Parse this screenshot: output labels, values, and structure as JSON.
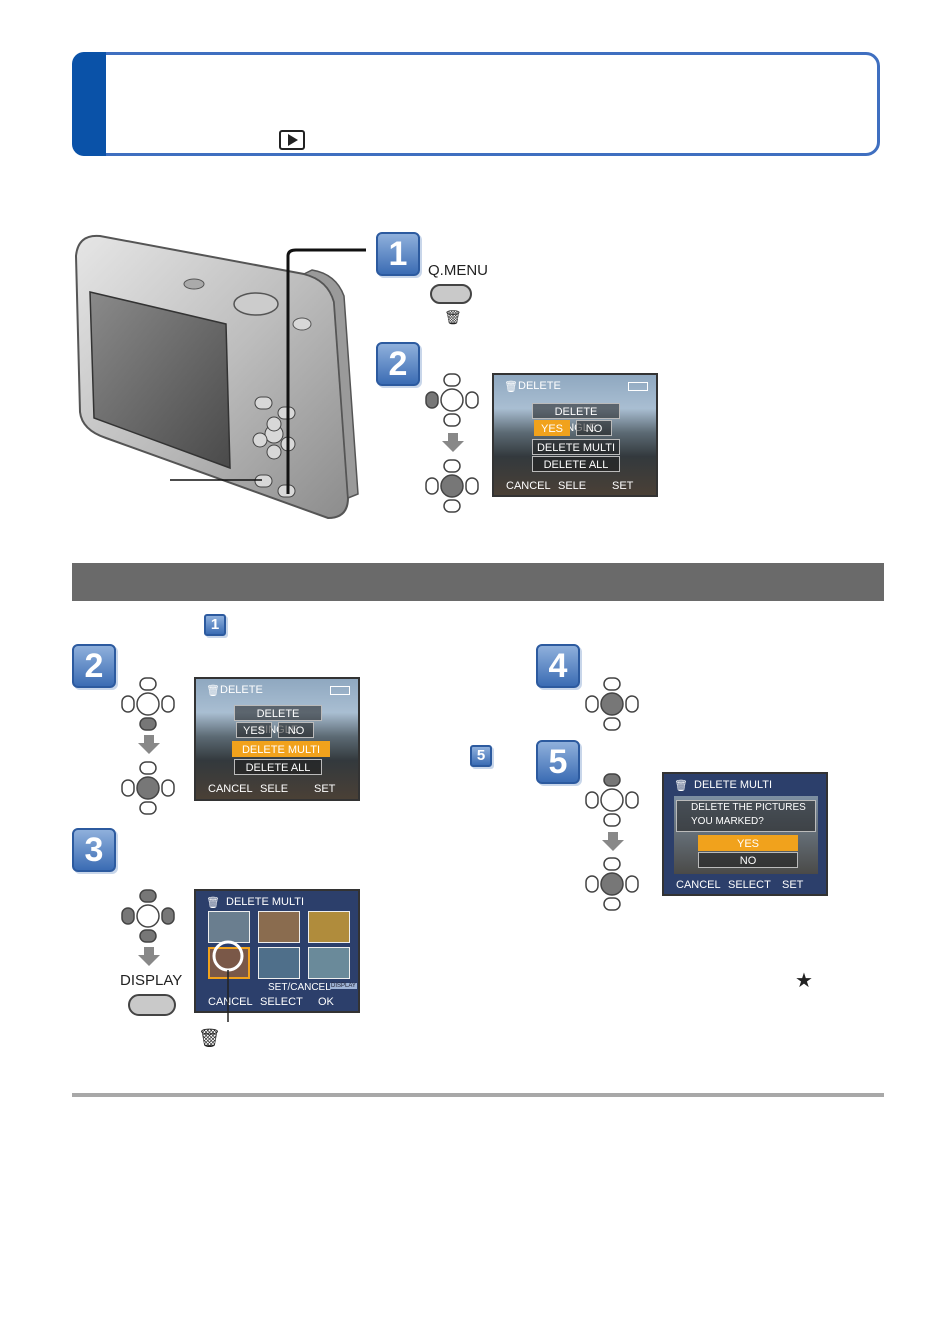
{
  "header": {
    "play_icon": "playback-icon"
  },
  "camera": {
    "callout_line": true
  },
  "top_steps": [
    {
      "number": "1"
    },
    {
      "number": "2"
    }
  ],
  "qmenu": {
    "label": "Q.MENU",
    "icon": "trash-icon"
  },
  "top_lcd": {
    "title": "DELETE",
    "item1": "DELETE SINGLE",
    "yes": "YES",
    "no": "NO",
    "item2": "DELETE MULTI",
    "item3": "DELETE ALL",
    "footer_cancel": "CANCEL",
    "footer_sel": "SELE",
    "footer_set": "SET"
  },
  "section": {
    "ref_badge": "1"
  },
  "left_steps": [
    {
      "number": "2"
    },
    {
      "number": "3"
    }
  ],
  "lcd2": {
    "title": "DELETE",
    "item1": "DELETE SINGLE",
    "yes": "YES",
    "no": "NO",
    "item2": "DELETE MULTI",
    "item3": "DELETE ALL",
    "footer_cancel": "CANCEL",
    "footer_sel": "SELE",
    "footer_set": "SET"
  },
  "lcd3": {
    "title": "DELETE MULTI",
    "set_cancel": "SET/CANCEL",
    "display_tag": "DISPLAY",
    "footer": "CANCEL",
    "footer_select": "SELECT",
    "footer_ok": "OK"
  },
  "display_button": {
    "label": "DISPLAY"
  },
  "right_steps": [
    {
      "number": "4"
    },
    {
      "number": "5"
    }
  ],
  "ref5": {
    "label": "5"
  },
  "lcd5": {
    "title": "DELETE MULTI",
    "question_line1": "DELETE THE PICTURES",
    "question_line2": "YOU MARKED?",
    "yes": "YES",
    "no": "NO",
    "footer_cancel": "CANCEL",
    "footer_select": "SELECT",
    "footer_set": "SET"
  },
  "star": "★",
  "colors": {
    "accent_blue": "#0a52a8",
    "badge_blue": "#3b6cb4",
    "highlight_orange": "#f1a21c",
    "band_gray": "#6a6a6a"
  }
}
